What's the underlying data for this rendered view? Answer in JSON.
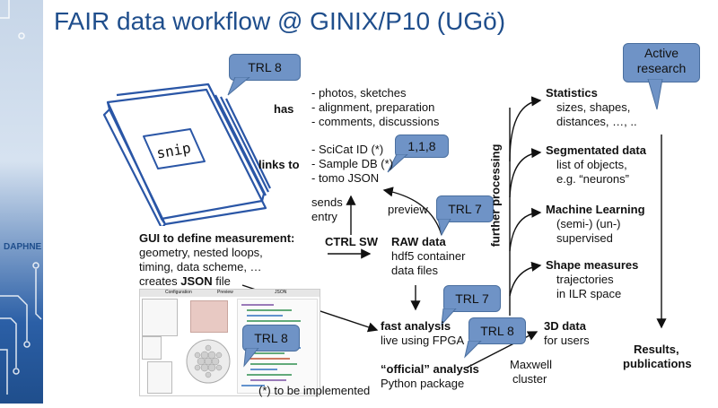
{
  "slide": {
    "title": "FAIR data workflow @ GINIX/P10 (UGö)",
    "strip_logo": "DAPHNE"
  },
  "notebook": {
    "cover_text": "snip"
  },
  "callouts": {
    "trl8_top": "TRL 8",
    "active_research_1": "Active",
    "active_research_2": "research",
    "ids_118": "1,1,8",
    "trl7_preview": "TRL 7",
    "trl7_fast": "TRL 7",
    "trl8_official": "TRL 8",
    "trl8_gui": "TRL 8"
  },
  "has": {
    "label": "has",
    "items": [
      "- photos, sketches",
      "- alignment, preparation",
      "- comments, discussions"
    ]
  },
  "links": {
    "label": "links to",
    "items": [
      "- SciCat ID (*)",
      "- Sample DB (*)",
      "- tomo JSON"
    ]
  },
  "gui": {
    "line1": "GUI to define measurement:",
    "line2": "geometry, nested loops,",
    "line3": "timing, data scheme, …",
    "line4_prefix": "creates ",
    "line4_bold": "JSON",
    "line4_suffix": " file"
  },
  "flow": {
    "sends_entry_1": "sends",
    "sends_entry_2": "entry",
    "ctrl_sw": "CTRL SW",
    "preview": "preview",
    "raw_title": "RAW data",
    "raw_1": "hdf5 container",
    "raw_2": "data files",
    "fast_title": "fast analysis",
    "fast_1": "live using FPGA",
    "official_title": "“official” analysis",
    "official_1": "Python package",
    "data3d_title": "3D data",
    "data3d_1": "for users",
    "maxwell_1": "Maxwell",
    "maxwell_2": "cluster",
    "further": "further processing",
    "note": "(*) to be implemented"
  },
  "right": {
    "stats_title": "Statistics",
    "stats_1": "sizes, shapes,",
    "stats_2": "distances, …, ..",
    "seg_title": "Segmentated data",
    "seg_1": "list of objects,",
    "seg_2": "e.g. “neurons”",
    "ml_title": "Machine Learning",
    "ml_1": "(semi-) (un-)",
    "ml_2": "supervised",
    "shape_title": "Shape measures",
    "shape_1": "trajectories",
    "shape_2": "in ILR space",
    "results_1": "Results,",
    "results_2": "publications"
  },
  "screenshot": {
    "tab1": "Configuration",
    "tab2": "Preview",
    "tab3": "JSON"
  },
  "colors": {
    "title": "#1f4e8c",
    "callout": "#6f93c6",
    "notebook": "#2a56a6"
  }
}
